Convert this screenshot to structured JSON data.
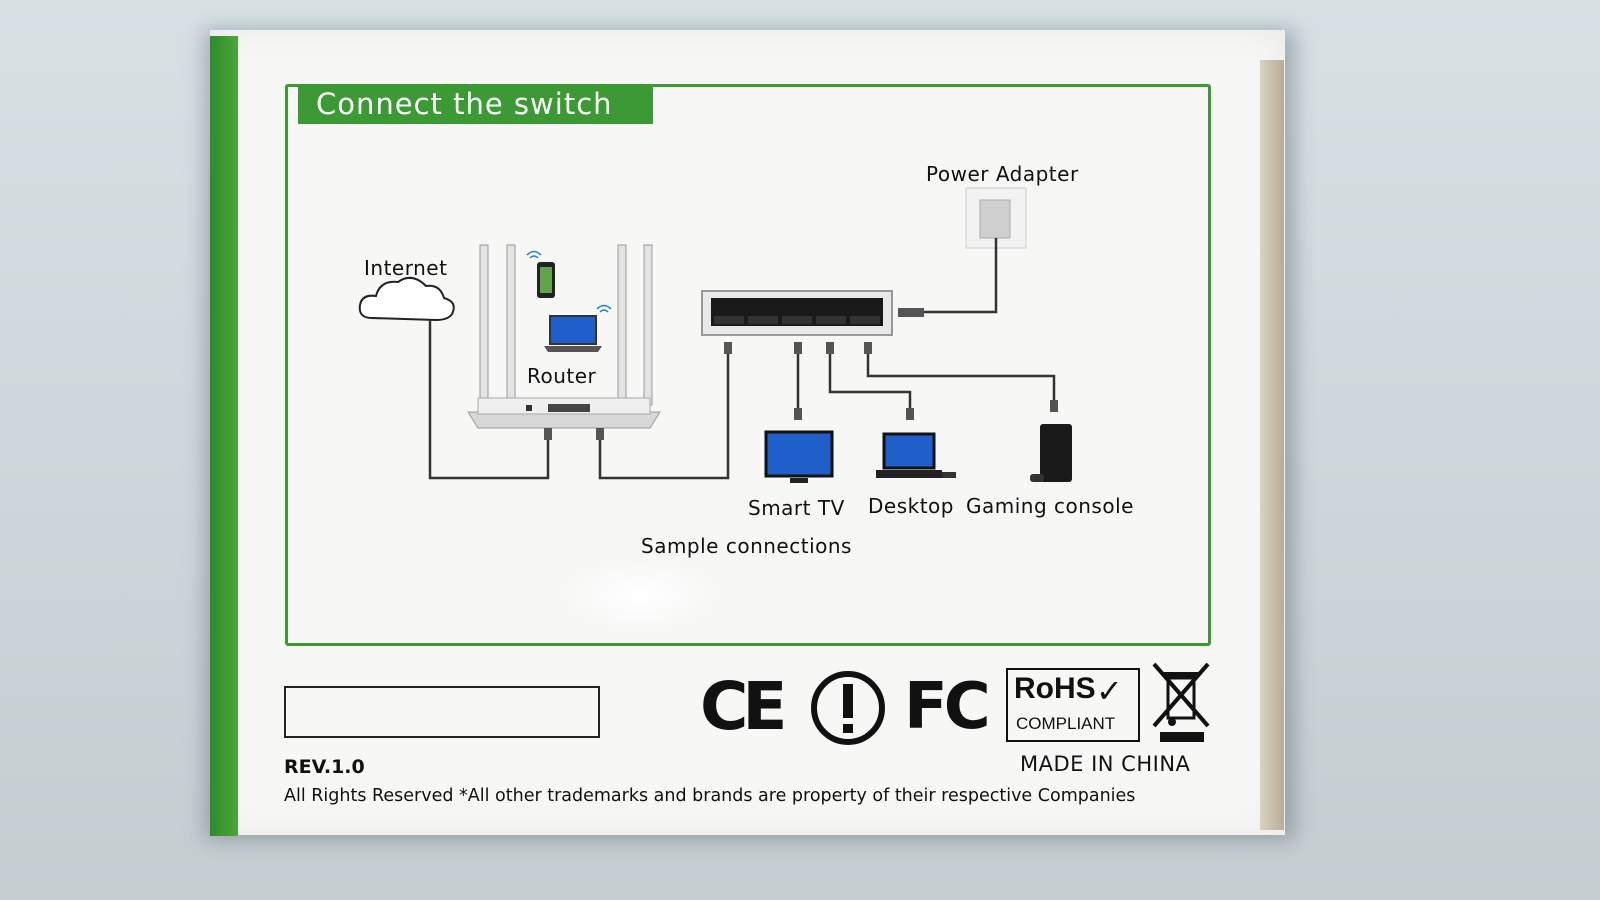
{
  "box": {
    "title": "Connect the switch",
    "labels": {
      "internet": "Internet",
      "router": "Router",
      "power_adapter": "Power Adapter",
      "smart_tv": "Smart TV",
      "desktop": "Desktop",
      "gaming_console": "Gaming console",
      "caption": "Sample connections"
    },
    "certifications": {
      "ce": "CE",
      "fcc": "FC",
      "rohs": "RoHS",
      "rohs_sub": "COMPLIANT"
    },
    "revision": "REV.1.0",
    "rights": "All Rights Reserved *All other trademarks and brands are property of their respective Companies",
    "made_in": "MADE IN CHINA"
  },
  "colors": {
    "accent_green": "#3b9a33",
    "background": "#d6e1e4",
    "box_white": "#f7f7f6",
    "screen_blue": "#1e5fc9"
  }
}
